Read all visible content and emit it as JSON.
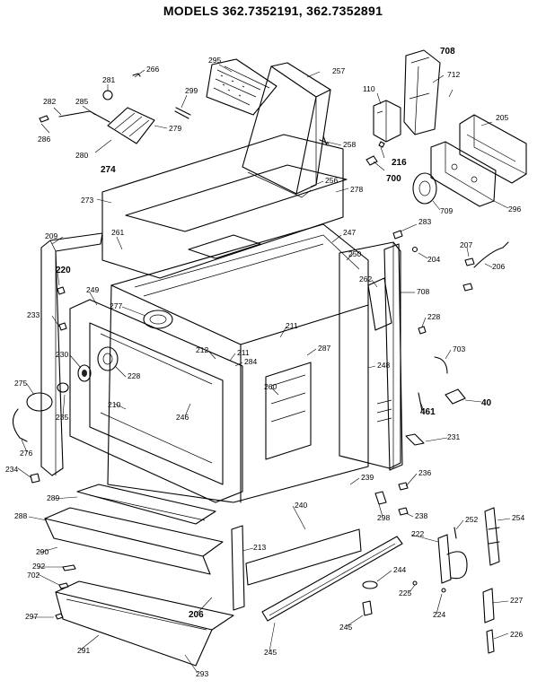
{
  "title": "MODELS 362.7352191, 362.7352891",
  "callouts": [
    {
      "id": "266",
      "text": "266",
      "bold": false
    },
    {
      "id": "295",
      "text": "295",
      "bold": false
    },
    {
      "id": "257",
      "text": "257",
      "bold": false
    },
    {
      "id": "708a",
      "text": "708",
      "bold": true
    },
    {
      "id": "712",
      "text": "712",
      "bold": false
    },
    {
      "id": "281",
      "text": "281",
      "bold": false
    },
    {
      "id": "299",
      "text": "299",
      "bold": false
    },
    {
      "id": "282",
      "text": "282",
      "bold": false
    },
    {
      "id": "285",
      "text": "285",
      "bold": false
    },
    {
      "id": "286",
      "text": "286",
      "bold": false
    },
    {
      "id": "279",
      "text": "279",
      "bold": false
    },
    {
      "id": "110",
      "text": "110",
      "bold": false
    },
    {
      "id": "205a",
      "text": "205",
      "bold": false
    },
    {
      "id": "258",
      "text": "258",
      "bold": false
    },
    {
      "id": "280",
      "text": "280",
      "bold": false
    },
    {
      "id": "274",
      "text": "274",
      "bold": true
    },
    {
      "id": "216",
      "text": "216",
      "bold": true
    },
    {
      "id": "700",
      "text": "700",
      "bold": true
    },
    {
      "id": "256",
      "text": "256",
      "bold": false
    },
    {
      "id": "278",
      "text": "278",
      "bold": false
    },
    {
      "id": "296",
      "text": "296",
      "bold": false
    },
    {
      "id": "273",
      "text": "273",
      "bold": false
    },
    {
      "id": "709",
      "text": "709",
      "bold": false
    },
    {
      "id": "209",
      "text": "209",
      "bold": false
    },
    {
      "id": "261",
      "text": "261",
      "bold": false
    },
    {
      "id": "247",
      "text": "247",
      "bold": false
    },
    {
      "id": "283",
      "text": "283",
      "bold": false
    },
    {
      "id": "207",
      "text": "207",
      "bold": false
    },
    {
      "id": "250",
      "text": "250",
      "bold": false
    },
    {
      "id": "204",
      "text": "204",
      "bold": false
    },
    {
      "id": "206a",
      "text": "206",
      "bold": false
    },
    {
      "id": "220",
      "text": "220",
      "bold": true
    },
    {
      "id": "262",
      "text": "262",
      "bold": false
    },
    {
      "id": "708b",
      "text": "708",
      "bold": false
    },
    {
      "id": "249",
      "text": "249",
      "bold": false
    },
    {
      "id": "277",
      "text": "277",
      "bold": false
    },
    {
      "id": "233",
      "text": "233",
      "bold": false
    },
    {
      "id": "228a",
      "text": "228",
      "bold": false
    },
    {
      "id": "211",
      "text": "211",
      "bold": false
    },
    {
      "id": "287",
      "text": "287",
      "bold": false
    },
    {
      "id": "703",
      "text": "703",
      "bold": false
    },
    {
      "id": "212",
      "text": "212",
      "bold": false
    },
    {
      "id": "211b",
      "text": "211",
      "bold": false
    },
    {
      "id": "284",
      "text": "284",
      "bold": false
    },
    {
      "id": "230",
      "text": "230",
      "bold": false
    },
    {
      "id": "228b",
      "text": "228",
      "bold": false
    },
    {
      "id": "248",
      "text": "248",
      "bold": false
    },
    {
      "id": "275",
      "text": "275",
      "bold": false
    },
    {
      "id": "260",
      "text": "260",
      "bold": false
    },
    {
      "id": "40",
      "text": "40",
      "bold": true
    },
    {
      "id": "210",
      "text": "210",
      "bold": false
    },
    {
      "id": "246",
      "text": "246",
      "bold": false
    },
    {
      "id": "235",
      "text": "235",
      "bold": false
    },
    {
      "id": "461",
      "text": "461",
      "bold": true
    },
    {
      "id": "231",
      "text": "231",
      "bold": false
    },
    {
      "id": "276",
      "text": "276",
      "bold": false
    },
    {
      "id": "234",
      "text": "234",
      "bold": false
    },
    {
      "id": "236",
      "text": "236",
      "bold": false
    },
    {
      "id": "239",
      "text": "239",
      "bold": false
    },
    {
      "id": "289",
      "text": "289",
      "bold": false
    },
    {
      "id": "240",
      "text": "240",
      "bold": false
    },
    {
      "id": "298",
      "text": "298",
      "bold": false
    },
    {
      "id": "238",
      "text": "238",
      "bold": false
    },
    {
      "id": "252",
      "text": "252",
      "bold": false
    },
    {
      "id": "254",
      "text": "254",
      "bold": false
    },
    {
      "id": "288",
      "text": "288",
      "bold": false
    },
    {
      "id": "222",
      "text": "222",
      "bold": false
    },
    {
      "id": "290",
      "text": "290",
      "bold": false
    },
    {
      "id": "213",
      "text": "213",
      "bold": false
    },
    {
      "id": "292",
      "text": "292",
      "bold": false
    },
    {
      "id": "702",
      "text": "702",
      "bold": false
    },
    {
      "id": "244",
      "text": "244",
      "bold": false
    },
    {
      "id": "225",
      "text": "225",
      "bold": false
    },
    {
      "id": "227",
      "text": "227",
      "bold": false
    },
    {
      "id": "224",
      "text": "224",
      "bold": false
    },
    {
      "id": "206b",
      "text": "206",
      "bold": true
    },
    {
      "id": "297",
      "text": "297",
      "bold": false
    },
    {
      "id": "245",
      "text": "245",
      "bold": false
    },
    {
      "id": "226",
      "text": "226",
      "bold": false
    },
    {
      "id": "291",
      "text": "291",
      "bold": false
    },
    {
      "id": "245b",
      "text": "245",
      "bold": false
    },
    {
      "id": "293",
      "text": "293",
      "bold": false
    }
  ]
}
